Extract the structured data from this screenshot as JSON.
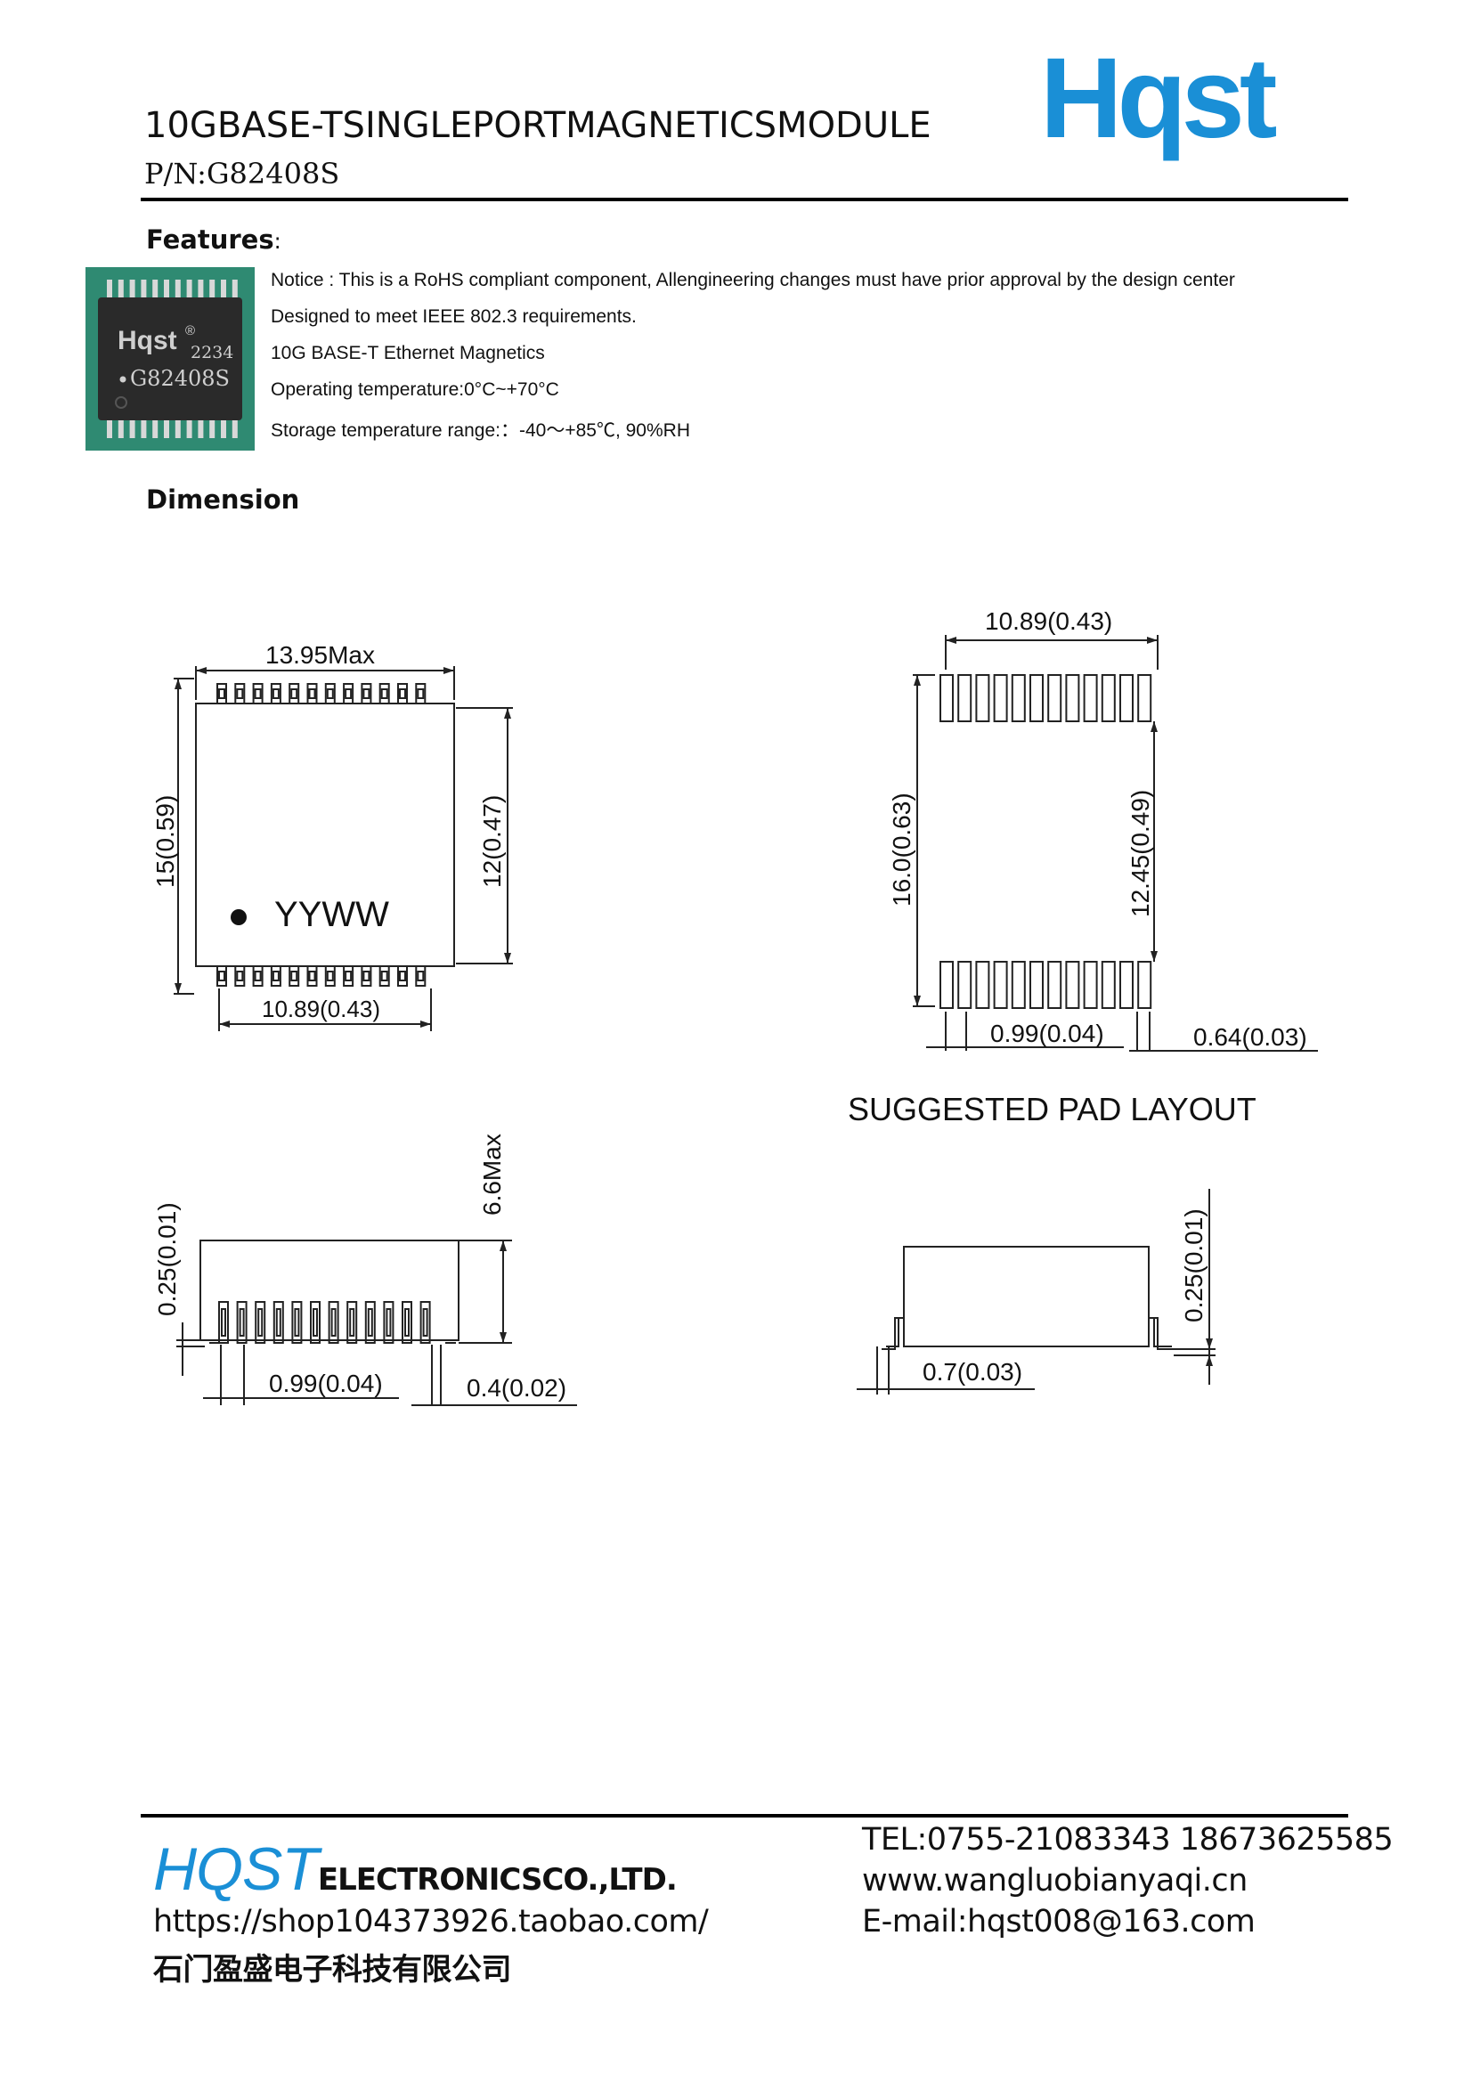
{
  "header": {
    "title": "10GBASE-TSINGLEPORTMAGNETICSMODULE",
    "part_no": "P/N:G82408S",
    "logo_text": "Hqst",
    "brand_color": "#1a8fd6"
  },
  "features": {
    "heading": "Features",
    "heading_colon": ":",
    "chip_marking": {
      "logo": "Hqst",
      "registered": "®",
      "date_code": "2234",
      "part": "G82408S"
    },
    "items": [
      "Notice : This is a  RoHS compliant component, Allengineering changes must have prior approval by the design center",
      "Designed to meet IEEE 802.3 requirements.",
      "10G BASE-T Ethernet Magnetics",
      "Operating temperature:0°C~+70°C",
      "Storage temperature range:：-40～+85℃, 90%RH"
    ]
  },
  "dimension": {
    "heading": "Dimension",
    "top_view": {
      "width_label": "13.95Max",
      "left_height_label": "15(0.59)",
      "right_height_label": "12(0.47)",
      "bottom_width_label": "10.89(0.43)",
      "marking": "YYWW"
    },
    "side_view": {
      "height_label": "6.6Max",
      "standoff_label": "0.25(0.01)",
      "pitch_label": "0.99(0.04)",
      "lead_width_label": "0.4(0.02)"
    },
    "pad_layout": {
      "title": "SUGGESTED PAD LAYOUT",
      "width_label": "10.89(0.43)",
      "total_height_label": "16.0(0.63)",
      "inner_height_label": "12.45(0.49)",
      "pitch_label": "0.99(0.04)",
      "pad_width_label": "0.64(0.03)"
    },
    "end_view": {
      "standoff_label": "0.25(0.01)",
      "lead_label": "0.7(0.03)"
    }
  },
  "footer": {
    "brand": "HQST",
    "company": "ELECTRONICSCO.,LTD.",
    "shop_url": "https://shop104373926.taobao.com/",
    "cn_name": "石门盈盛电子科技有限公司",
    "tel": "TEL:0755-21083343 18673625585",
    "web": "www.wangluobianyaqi.cn",
    "email": "E-mail:hqst008@163.com"
  }
}
